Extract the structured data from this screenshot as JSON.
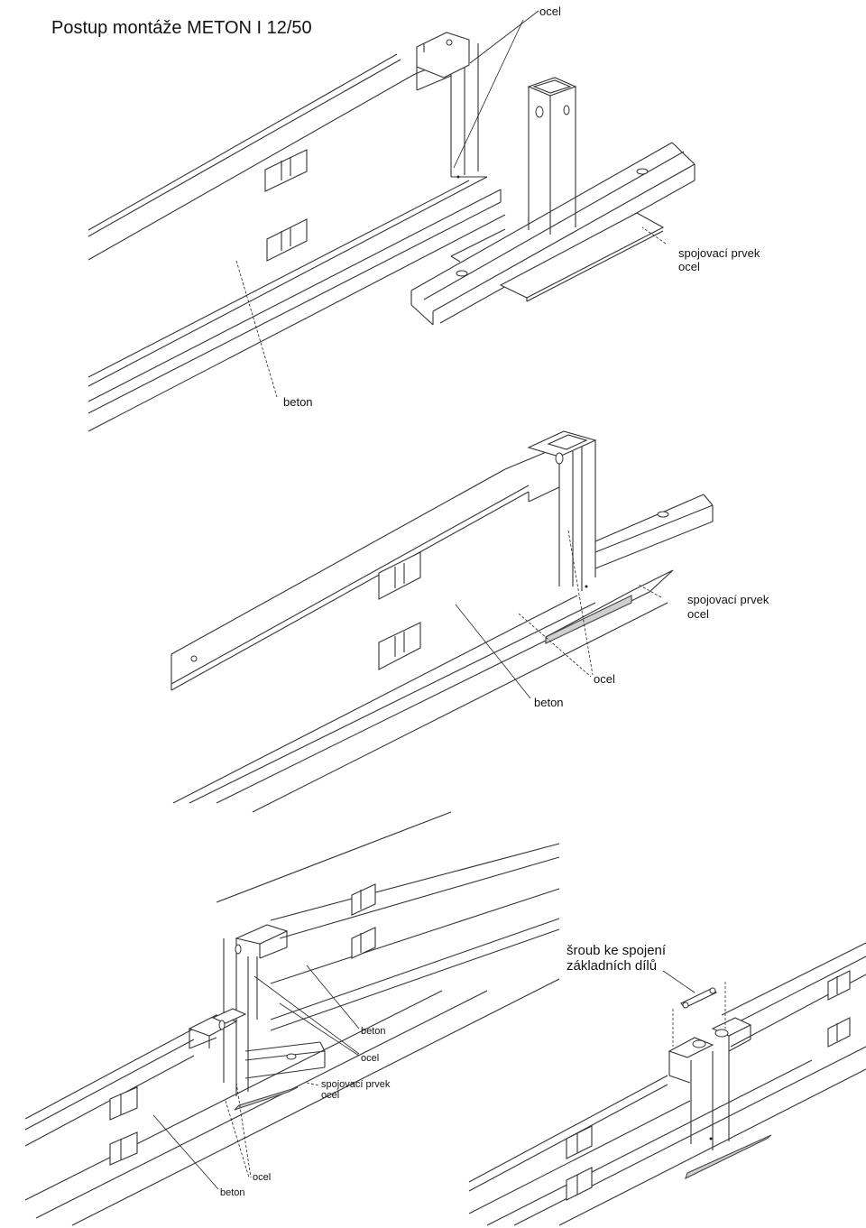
{
  "title": "Postup montáže METON I 12/50",
  "panel1": {
    "label_ocel_top": "ocel",
    "label_spojovaci": "spojovací prvek",
    "label_spojovaci_mat": "ocel",
    "label_beton": "beton"
  },
  "panel2": {
    "label_spojovaci": "spojovací prvek",
    "label_spojovaci_mat": "ocel",
    "label_ocel": "ocel",
    "label_beton": "beton"
  },
  "panel3": {
    "label_beton_upper": "beton",
    "label_ocel_upper": "ocel",
    "label_spojovaci": "spojovací prvek",
    "label_spojovaci_mat": "ocel",
    "label_ocel_lower": "ocel",
    "label_beton_lower": "beton"
  },
  "panel4": {
    "label_sroub_line1": "šroub ke spojení",
    "label_sroub_line2": "základních dílů"
  }
}
